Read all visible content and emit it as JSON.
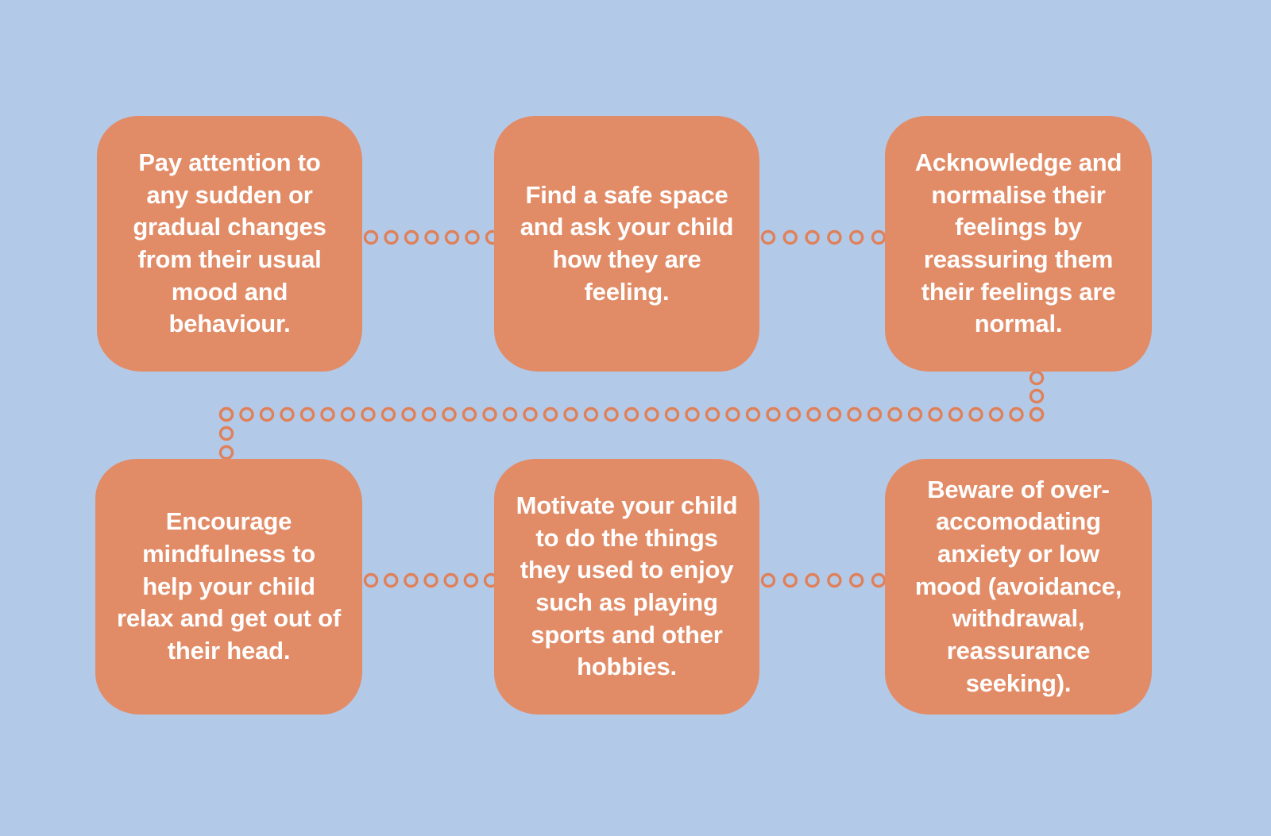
{
  "theme": {
    "background_color": "#b3c9e8",
    "card_color": "#e28c67",
    "card_text_color": "#ffffff",
    "connector_color": "#e08058"
  },
  "diagram": {
    "type": "flowchart",
    "layout": "2-row serpentine grid, 3 cards per row",
    "connector_style": "dotted-rings",
    "cards": [
      {
        "id": "card-1",
        "order": 1,
        "text": "Pay attention to any sudden or gradual changes from their usual mood and behaviour."
      },
      {
        "id": "card-2",
        "order": 2,
        "text": "Find a safe space and ask your child how they are feeling."
      },
      {
        "id": "card-3",
        "order": 3,
        "text": "Acknowledge and normalise their feelings by reassuring them their feelings are normal."
      },
      {
        "id": "card-4",
        "order": 4,
        "text": "Encourage mindfulness to help your child relax and get out of their head."
      },
      {
        "id": "card-5",
        "order": 5,
        "text": "Motivate your child to do the things they used to enjoy such as playing sports and other hobbies."
      },
      {
        "id": "card-6",
        "order": 6,
        "text": "Beware of over-accomodating anxiety or low mood (avoidance, withdrawal, reassurance seeking)."
      }
    ],
    "connectors": [
      {
        "id": "connector-1-2",
        "from": "card-1",
        "to": "card-2",
        "orientation": "horizontal",
        "dots": 7
      },
      {
        "id": "connector-2-3",
        "from": "card-2",
        "to": "card-3",
        "orientation": "horizontal",
        "dots": 7
      },
      {
        "id": "connector-3-4",
        "from": "card-3",
        "to": "card-4",
        "orientation": "elbow-down-left-down",
        "dots": 35
      },
      {
        "id": "connector-4-5",
        "from": "card-4",
        "to": "card-5",
        "orientation": "horizontal",
        "dots": 7
      },
      {
        "id": "connector-5-6",
        "from": "card-5",
        "to": "card-6",
        "orientation": "horizontal",
        "dots": 7
      }
    ]
  }
}
